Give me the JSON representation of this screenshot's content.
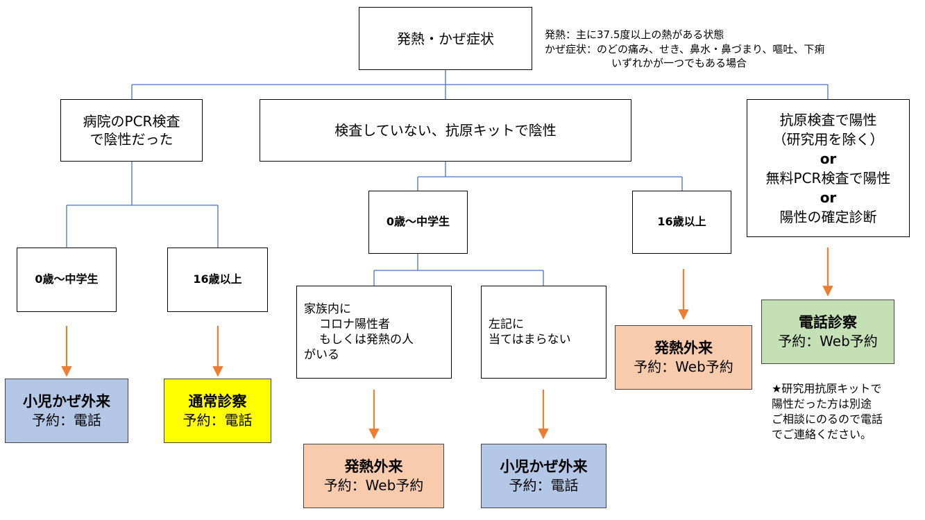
{
  "top": {
    "label": "発熱・かぜ症状",
    "note": [
      "発熱：主に37.5度以上の熱がある状態",
      "かぜ症状：のどの痛み、せき、鼻水・鼻づまり、嘔吐、下痢",
      "いずれかが一つでもある場合"
    ]
  },
  "pcr_negative": {
    "lines": [
      "病院のPCR検査",
      "で陰性だった"
    ],
    "child": "0歳〜中学生",
    "adult": "16歳以上",
    "child_result": {
      "title": "小児かぜ外来",
      "reserve": "予約：電話"
    },
    "adult_result": {
      "title": "通常診察",
      "reserve": "予約：電話"
    }
  },
  "untested": {
    "label": "検査していない、抗原キットで陰性",
    "child": "0歳〜中学生",
    "adult": "16歳以上",
    "family_positive": [
      "家族内に",
      "コロナ陽性者",
      "もしくは発熱の人",
      "がいる"
    ],
    "family_other": [
      "左記に",
      "当てはまらない"
    ],
    "family_positive_result": {
      "title": "発熱外来",
      "reserve": "予約：Web予約"
    },
    "family_other_result": {
      "title": "小児かぜ外来",
      "reserve": "予約：電話"
    },
    "adult_result": {
      "title": "発熱外来",
      "reserve": "予約：Web予約"
    }
  },
  "positive": {
    "lines": [
      "抗原検査で陽性",
      "（研究用を除く）",
      "or",
      "無料PCR検査で陽性",
      "or",
      "陽性の確定診断"
    ],
    "result": {
      "title": "電話診察",
      "reserve": "予約：Web予約"
    },
    "note": [
      "★研究用抗原キットで",
      "陽性だった方は別途",
      "ご相談にのるので電話",
      "でご連絡ください。"
    ]
  },
  "colors": {
    "connector": "#4472c4",
    "arrow": "#ed7d31",
    "blue_box": "#b4c7e7",
    "yellow_box": "#ffff00",
    "orange_box": "#f8cbad",
    "green_box": "#c5e0b4"
  }
}
